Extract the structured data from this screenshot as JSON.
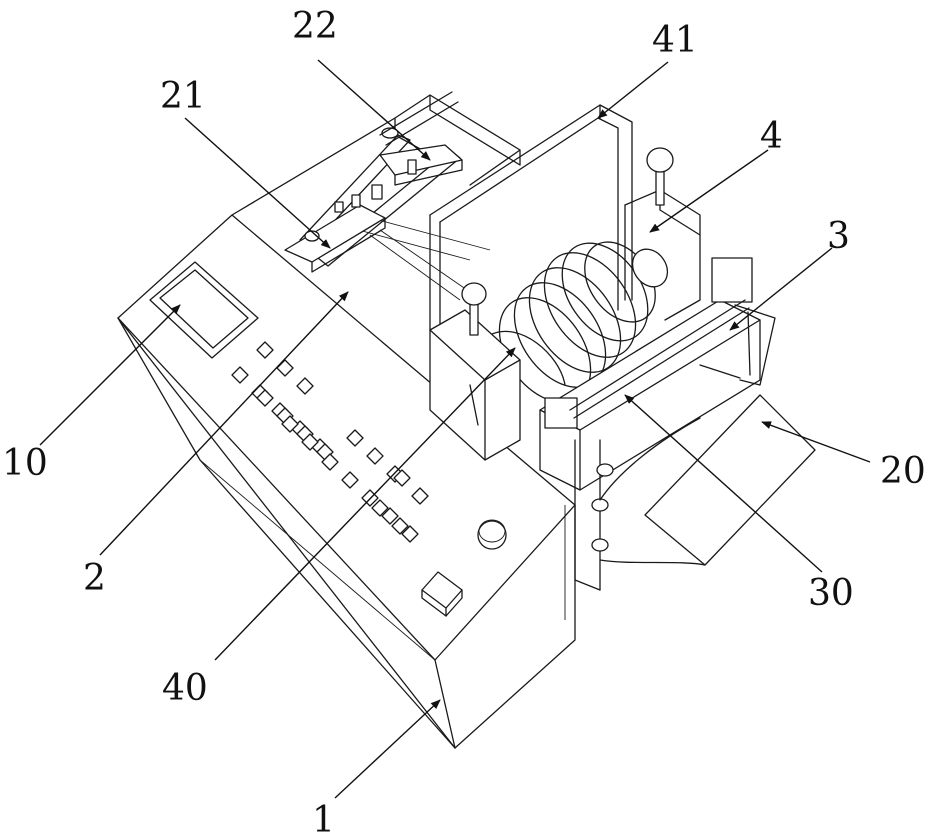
{
  "labels": {
    "l1": "1",
    "l2": "2",
    "l3": "3",
    "l4": "4",
    "l10": "10",
    "l20": "20",
    "l21": "21",
    "l22": "22",
    "l30": "30",
    "l40": "40",
    "l41": "41"
  },
  "colors": {
    "line": "#1a1a1a",
    "background": "#ffffff"
  }
}
